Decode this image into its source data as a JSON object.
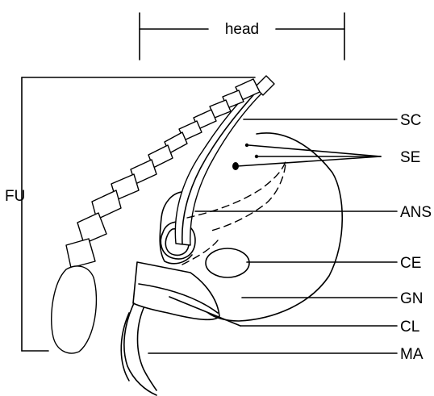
{
  "labels": {
    "head": "head",
    "fu": "FU",
    "sc": "SC",
    "se": "SE",
    "ans": "ANS",
    "ce": "CE",
    "gn": "GN",
    "cl": "CL",
    "ma": "MA"
  }
}
